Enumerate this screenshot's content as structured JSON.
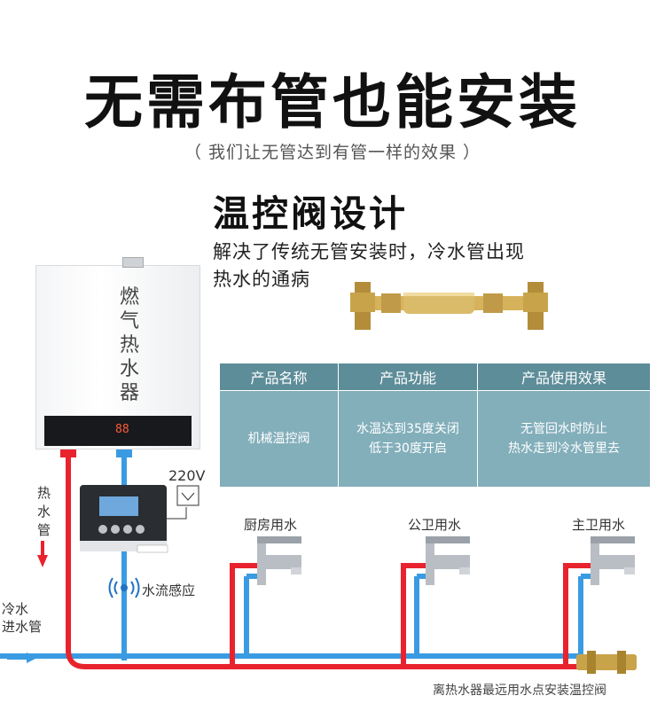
{
  "headline": "无需布管也能安装",
  "subline": "（ 我们让无管达到有管一样的效果 ）",
  "section_title": "温控阀设计",
  "description": [
    "解决了传统无管安装时，冷水管出现",
    "热水的通病"
  ],
  "table": {
    "headers": [
      "产品名称",
      "产品功能",
      "产品使用效果"
    ],
    "cells": [
      [
        "机械温控阀"
      ],
      [
        "水温达到35度关闭",
        "低于30度开启"
      ],
      [
        "无管回水时防止",
        "热水走到冷水管里去"
      ]
    ]
  },
  "heater": {
    "label_chars": [
      "燃",
      "气",
      "热",
      "水",
      "器"
    ],
    "display": "88"
  },
  "labels": {
    "hot_pipe": [
      "热",
      "水",
      "管"
    ],
    "cold_pipe": [
      "冷水",
      "进水管"
    ],
    "voltage": "220V",
    "flow_sensor": "水流感应",
    "faucets": [
      "厨房用水",
      "公卫用水",
      "主卫用水"
    ],
    "valve_note": "离热水器最远用水点安装温控阀"
  },
  "colors": {
    "hot_pipe": "#e8232e",
    "cold_pipe": "#3a9be2",
    "table_header": "#5d8d99",
    "table_body": "#83afbb"
  }
}
